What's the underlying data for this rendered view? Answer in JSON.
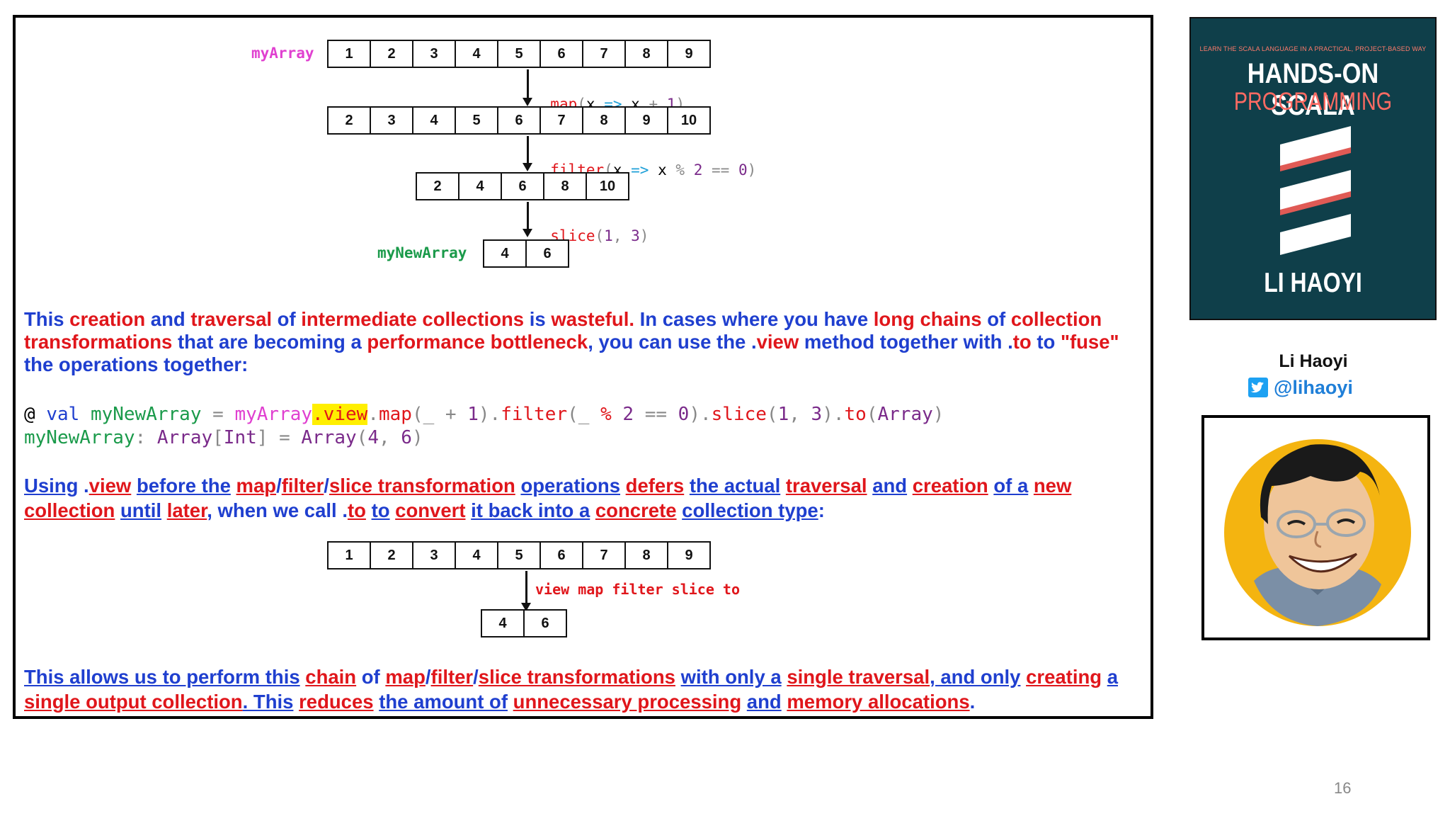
{
  "diagram1": {
    "input_label": "myArray",
    "row1": [
      "1",
      "2",
      "3",
      "4",
      "5",
      "6",
      "7",
      "8",
      "9"
    ],
    "op1": {
      "fn": "map",
      "open": "(",
      "param": "x",
      "arrow": "=>",
      "body_a": "x",
      "opr": "+",
      "num": "1",
      "close": ")"
    },
    "row2": [
      "2",
      "3",
      "4",
      "5",
      "6",
      "7",
      "8",
      "9",
      "10"
    ],
    "op2": {
      "fn": "filter",
      "open": "(",
      "param": "x",
      "arrow": "=>",
      "body_a": "x",
      "opr1": "%",
      "num1": "2",
      "opr2": "==",
      "num2": "0",
      "close": ")"
    },
    "row3": [
      "2",
      "4",
      "6",
      "8",
      "10"
    ],
    "op3": {
      "fn": "slice",
      "open": "(",
      "a": "1",
      "comma": ",",
      "b": "3",
      "close": ")"
    },
    "output_label": "myNewArray",
    "row4": [
      "4",
      "6"
    ]
  },
  "para1": {
    "w1": "This",
    "w2": "creation",
    "w3": "and",
    "w4": "traversal",
    "w5": "of",
    "w6": "intermediate collections",
    "w7": "is",
    "w8": "wasteful.",
    "w9": "In cases where you have",
    "w10": "long chains",
    "w11": "of",
    "w12": "collection",
    "w13": "transformations",
    "w14": "that are becoming a",
    "w15": "performance bottleneck",
    "w16": ", you can use the .",
    "w17": "view",
    "w18": "method together with .",
    "w19": "to",
    "w20": "to",
    "w21": "\"fuse\"",
    "w22": "the operations together:"
  },
  "code": {
    "prompt": "@",
    "kw_val": "val",
    "name": "myNewArray",
    "eq": "=",
    "src": "myArray",
    "view": ".view",
    "dot1": ".",
    "map": "map",
    "map_args_a": "(_",
    "plus": "+",
    "one": "1",
    "map_close": ").",
    "filter": "filter",
    "filter_args_a": "(_",
    "pct": "%",
    "two": "2",
    "eqeq": "==",
    "zero": "0",
    "filter_close": ").",
    "slice": "slice",
    "slice_open": "(",
    "s1": "1",
    "scomma": ",",
    "s3": "3",
    "slice_close": ").",
    "to": "to",
    "to_open": "(",
    "ArrayT": "Array",
    "to_close": ")",
    "res_name": "myNewArray",
    "res_colon": ":",
    "res_type": "Array",
    "res_tb_open": "[",
    "res_int": "Int",
    "res_tb_close": "]",
    "res_eq": "=",
    "res_arr": "Array",
    "res_open": "(",
    "res_4": "4",
    "res_comma": ",",
    "res_6": "6",
    "res_close": ")"
  },
  "para2": {
    "w1": "Using",
    "w2": ".",
    "w3": "view",
    "w4": "before the",
    "w5": "map",
    "w6": "/",
    "w7": "filter",
    "w8": "/",
    "w9": "slice transformation",
    "w10": "operations",
    "w11": "defers",
    "w12": "the actual",
    "w13": "traversal",
    "w14": "and",
    "w15": "creation",
    "w16": "of a",
    "w17": "new",
    "w18": "collection",
    "w19": "until",
    "w20": "later",
    "w21": ", when we call",
    "w22": ".",
    "w23": "to",
    "w24": "to",
    "w25": "convert",
    "w26": "it back into a",
    "w27": "concrete",
    "w28": "collection type",
    "w29": ":"
  },
  "diagram2": {
    "row1": [
      "1",
      "2",
      "3",
      "4",
      "5",
      "6",
      "7",
      "8",
      "9"
    ],
    "op": "view map filter slice to",
    "row2": [
      "4",
      "6"
    ]
  },
  "para3": {
    "w1": "This allows us to perform this",
    "w2": "chain",
    "w3": "of",
    "w4": "map",
    "w5": "/",
    "w6": "filter",
    "w7": "/",
    "w8": "slice transformations",
    "w9": "with only a",
    "w10": "single traversal",
    "w11": ", and only",
    "w12": "creating",
    "w13": "a",
    "w14": "single output collection",
    "w15": ". This",
    "w16": "reduces",
    "w17": "the amount of",
    "w18": "unnecessary processing",
    "w19": "and",
    "w20": "memory allocations",
    "w21": "."
  },
  "sidebar": {
    "book_tagline": "LEARN THE SCALA LANGUAGE IN A PRACTICAL, PROJECT-BASED WAY",
    "book_title_1": "HANDS-ON SCALA",
    "book_title_2": "PROGRAMMING",
    "book_author": "LI HAOYI",
    "author_name": "Li Haoyi",
    "twitter_handle": "@lihaoyi",
    "twitter_icon": "twitter-bird-icon"
  },
  "page_number": "16",
  "colors": {
    "blue": "#1f3fcf",
    "red": "#e0161b",
    "green": "#1a9a4a",
    "magenta": "#e040d0",
    "highlight": "#ffef00",
    "book_bg": "#0f3f4a"
  }
}
